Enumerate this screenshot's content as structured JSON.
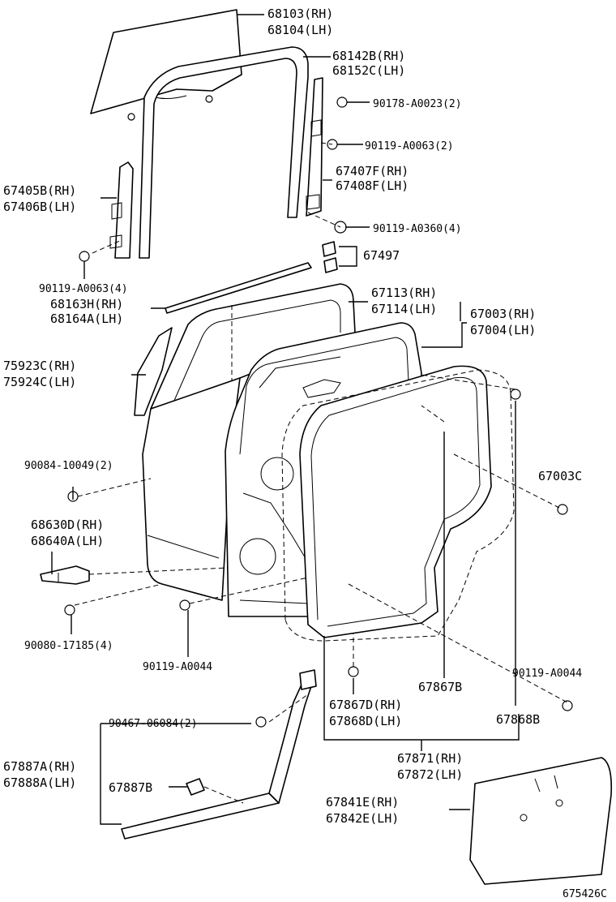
{
  "labels": {
    "l68103": "68103(RH)",
    "l68104": "68104(LH)",
    "l68142": "68142B(RH)",
    "l68152": "68152C(LH)",
    "l90178": "90178-A0023(2)",
    "l90119a": "90119-A0063(2)",
    "l67405": "67405B(RH)",
    "l67406": "67406B(LH)",
    "l67407": "67407F(RH)",
    "l67408": "67408F(LH)",
    "l90119b": "90119-A0360(4)",
    "l67497": "67497",
    "l90119c": "90119-A0063(4)",
    "l68163": "68163H(RH)",
    "l68164": "68164A(LH)",
    "l67113": "67113(RH)",
    "l67114": "67114(LH)",
    "l67003": "67003(RH)",
    "l67004": "67004(LH)",
    "l75923": "75923C(RH)",
    "l75924": "75924C(LH)",
    "l90084": "90084-10049(2)",
    "l67003c": "67003C",
    "l68630": "68630D(RH)",
    "l68640": "68640A(LH)",
    "l90080": "90080-17185(4)",
    "l90119d": "90119-A0044",
    "l90119e": "90119-A0044",
    "l67867b": "67867B",
    "l67867d": "67867D(RH)",
    "l67868d": "67868D(LH)",
    "l67868b": "67868B",
    "l90467": "90467-06084(2)",
    "l67871": "67871(RH)",
    "l67872": "67872(LH)",
    "l67887a": "67887A(RH)",
    "l67888a": "67888A(LH)",
    "l67887b": "67887B",
    "l67841": "67841E(RH)",
    "l67842": "67842E(LH)",
    "l675426": "675426C"
  }
}
